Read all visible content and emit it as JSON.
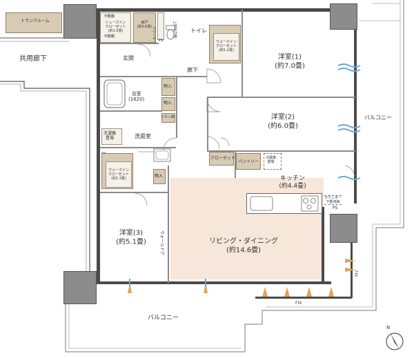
{
  "rooms": {
    "trunk_room": "トランクルーム",
    "common_corridor": "共用廊下",
    "shoe_closet_shelf": "可動棚",
    "shoe_closet_name": "シューズイン\nクローゼット",
    "shoe_closet_size": "(約1.0畳)",
    "shoe_closet_shelf2": "可動棚",
    "storage_name": "納戸",
    "storage_size": "(約0.6畳)",
    "counter": "カウンター",
    "upper_cabinet": "上部吊戸棚",
    "toilet": "トイレ",
    "ps_top": "PS",
    "entrance": "玄関",
    "corridor": "廊下",
    "wic1_name": "ウォークイン\nクローゼット",
    "wic1_size": "(約1.2畳)",
    "western1_name": "洋室(1)",
    "western1_size": "(約7.0畳)",
    "bath_name": "浴室",
    "bath_size": "(1620)",
    "storage_item_a": "物入",
    "storage_item_b": "物入",
    "linen": "リネン庫",
    "western2_name": "洋室(2)",
    "western2_size": "(約6.0畳)",
    "balcony_right": "バルコニー",
    "washer_name": "洗濯機\n置場",
    "washroom": "洗面室",
    "closet": "クローゼット",
    "pantry": "パントリー",
    "fridge": "冷蔵庫\n置場",
    "ps_mid": "PS",
    "wic2_name": "ウォークイン\nクローゼット",
    "wic2_size": "(約1.3畳)",
    "storage_item_c": "物入",
    "kitchen_name": "キッチン",
    "kitchen_size": "(約4.4畳)",
    "counter_storage": "カウンター\n下部収納",
    "ps_kitchen": "PS",
    "western3_name": "洋室(3)",
    "western3_size": "(約5.1畳)",
    "walldoor": "ウォールドア",
    "living_name": "リビング・ダイニング",
    "living_size": "(約14.6畳)",
    "fix_side": "FIX",
    "fix_bottom": "FIX",
    "balcony_bottom": "バルコニー",
    "north": "N"
  },
  "colors": {
    "living_floor": "#f7e6da",
    "storage_fill": "#d8cbb4",
    "wall": "#4a4a4a",
    "column": "#8c8c8c",
    "airflow_blue": "#6aa8d8",
    "airflow_orange": "#e2a35a"
  },
  "icons": [
    "north-arrow-icon",
    "airflow-icon",
    "sink-icon",
    "stove-icon",
    "bathtub-icon",
    "toilet-icon"
  ]
}
